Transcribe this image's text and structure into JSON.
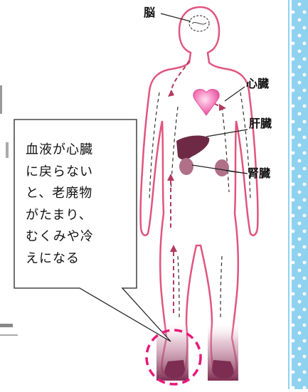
{
  "labels": {
    "brain": "脳",
    "heart": "心臓",
    "liver": "肝臓",
    "kidney": "腎臓"
  },
  "callout": {
    "lines": [
      "血液が心臓",
      "に戻らない",
      "と、老廃物",
      "がたまり、",
      "むくみや冷",
      "えになる"
    ]
  },
  "colors": {
    "body_outline": "#e0557f",
    "arrow": "#b23a5e",
    "lower_leg": "#8a3c5c",
    "liver": "#6e2a45",
    "kidney": "#b07088",
    "heart": "#f07ab8",
    "dash_circle": "#e8197a",
    "side_stripe": "#8fd2f0"
  }
}
